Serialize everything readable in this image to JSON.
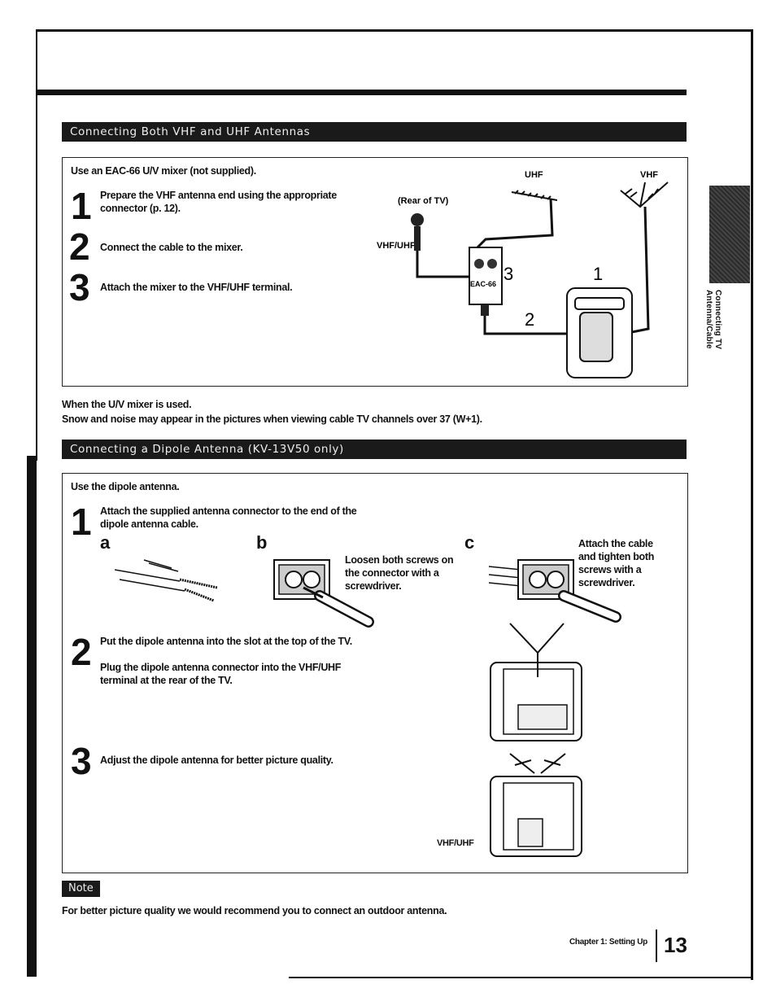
{
  "section1": {
    "title": "Connecting Both VHF and UHF Antennas",
    "intro": "Use an EAC-66 U/V mixer (not supplied).",
    "steps": [
      {
        "num": "1",
        "text": "Prepare the VHF antenna end using the appropriate connector (p. 12)."
      },
      {
        "num": "2",
        "text": "Connect the cable to the mixer."
      },
      {
        "num": "3",
        "text": "Attach the mixer to the VHF/UHF terminal."
      }
    ],
    "diagram": {
      "uhf": "UHF",
      "vhf": "VHF",
      "rear": "(Rear of TV)",
      "vhfuhf": "VHF/UHF",
      "mixer": "EAC-66",
      "callout1": "1",
      "callout2": "2",
      "callout3": "3"
    },
    "note_heading": "When the U/V mixer is used.",
    "note_text": "Snow and noise may appear in the pictures when viewing cable TV channels over 37 (W+1)."
  },
  "section2": {
    "title": "Connecting a Dipole Antenna (KV-13V50 only)",
    "intro": "Use the dipole antenna.",
    "step1": {
      "num": "1",
      "text": "Attach the supplied antenna connector to the end of the dipole antenna cable."
    },
    "sub_a": "a",
    "sub_b": "b",
    "sub_c": "c",
    "b_text": "Loosen both screws on the connector with a screwdriver.",
    "c_text": "Attach the cable and tighten both screws with a screwdriver.",
    "step2": {
      "num": "2",
      "text1": "Put the dipole antenna into the slot at the top of the TV.",
      "text2": "Plug the dipole antenna connector into the VHF/UHF terminal at the rear of the TV."
    },
    "step3": {
      "num": "3",
      "text": "Adjust the dipole antenna for better picture quality."
    },
    "vhfuhf_label": "VHF/UHF"
  },
  "note": {
    "tag": "Note",
    "text": "For better picture quality we would recommend you to connect an outdoor antenna."
  },
  "side_tab_text": "Connecting TV Antenna/Cable",
  "footer": {
    "chapter": "Chapter 1: Setting Up",
    "page": "13"
  }
}
